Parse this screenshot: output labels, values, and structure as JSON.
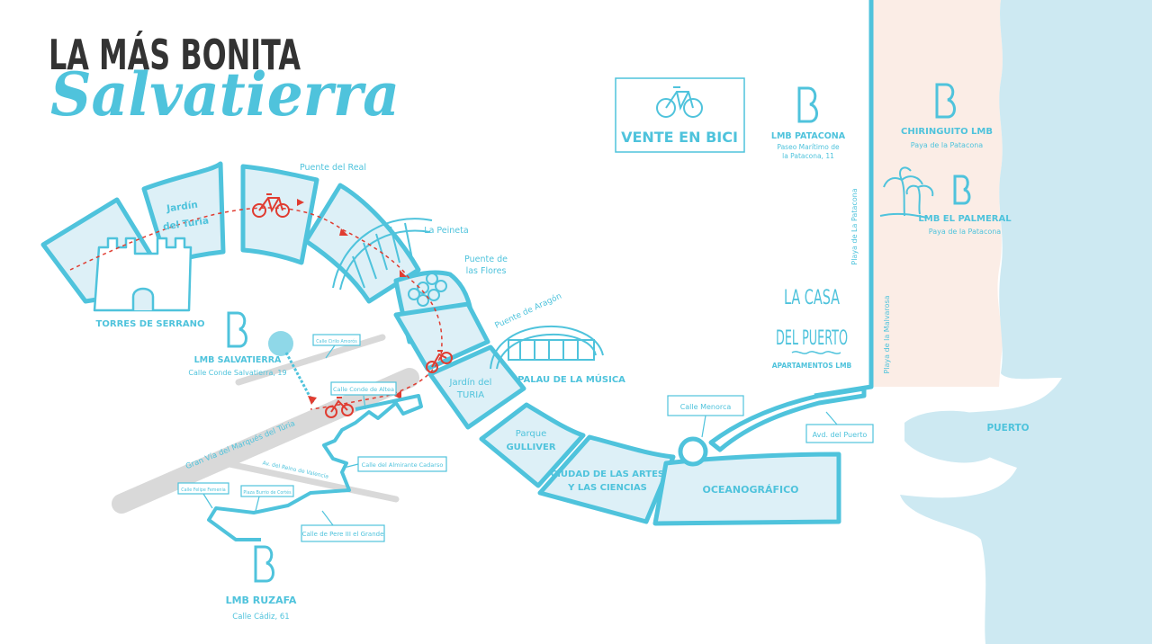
{
  "title": {
    "line1": "LA MÁS BONITA",
    "line2": "Salvatierra"
  },
  "colors": {
    "brand": "#4FC3DC",
    "park_fill": "#DDF0F7",
    "sea": "#CDE9F2",
    "sand": "#FBEDE6",
    "road": "#D9D9D9",
    "route": "#E03C31",
    "title_dark": "#333333"
  },
  "icons": [
    "castle-icon",
    "bicycle-icon",
    "flower-icon",
    "palm-tree-icon",
    "lmb-logo-icon",
    "dashed-route-icon"
  ],
  "bike_box": {
    "label": "VENTE EN BICI"
  },
  "locations": {
    "lmb_salvatierra": {
      "name": "LMB SALVATIERRA",
      "address": "Calle Conde Salvatierra, 19"
    },
    "lmb_ruzafa": {
      "name": "LMB RUZAFA",
      "address": "Calle Cádiz, 61"
    },
    "lmb_patacona": {
      "name": "LMB PATACONA",
      "address_line1": "Paseo Marítimo de",
      "address_line2": "la Patacona, 11"
    },
    "chiringuito": {
      "name": "CHIRINGUITO LMB",
      "address": "Paya de la Patacona"
    },
    "lmb_palmeral": {
      "name": "LMB EL PALMERAL",
      "address": "Paya de la Patacona"
    },
    "casa_puerto": {
      "line1": "LA CASA",
      "line2": "DEL PUERTO",
      "sub": "APARTAMENTOS LMB"
    }
  },
  "landmarks": {
    "torres": "TORRES DE SERRANO",
    "jardin_top_1": "Jardín",
    "jardin_top_2": "del Turia",
    "puente_real": "Puente del Real",
    "peineta": "La Peineta",
    "puente_flores_1": "Puente de",
    "puente_flores_2": "las Flores",
    "puente_aragon": "Puente de Aragón",
    "jardin_bottom_1": "Jardín del",
    "jardin_bottom_2": "TURIA",
    "palau": "PALAU DE LA MÚSICA",
    "gulliver_1": "Parque",
    "gulliver_2": "GULLIVER",
    "ciudad_1": "CIUDAD DE LAS ARTES",
    "ciudad_2": "Y LAS CIENCIAS",
    "oceanografico": "OCEANOGRÁFICO",
    "puerto": "PUERTO"
  },
  "streets": {
    "ciriloamoros": "Calle Cirilo Amorós",
    "conde_altea": "Calle Conde de Altea",
    "marques_turia": "Gran Vía del Marqués del Túria",
    "reino_valencia": "Av. del Reino de Valencia",
    "almirante": "Calle del Almirante Cadarso",
    "felixfemenia": "Calle Felipe Femenia",
    "burrio": "Plaza Burrio de Cortés",
    "pere3": "Calle de Pere III el Grande",
    "menorca": "Calle Menorca",
    "avd_puerto": "Avd. del Puerto",
    "playa_patacona": "Playa de La Patacona",
    "playa_malvarosa": "Playa de la Malvarosa"
  }
}
